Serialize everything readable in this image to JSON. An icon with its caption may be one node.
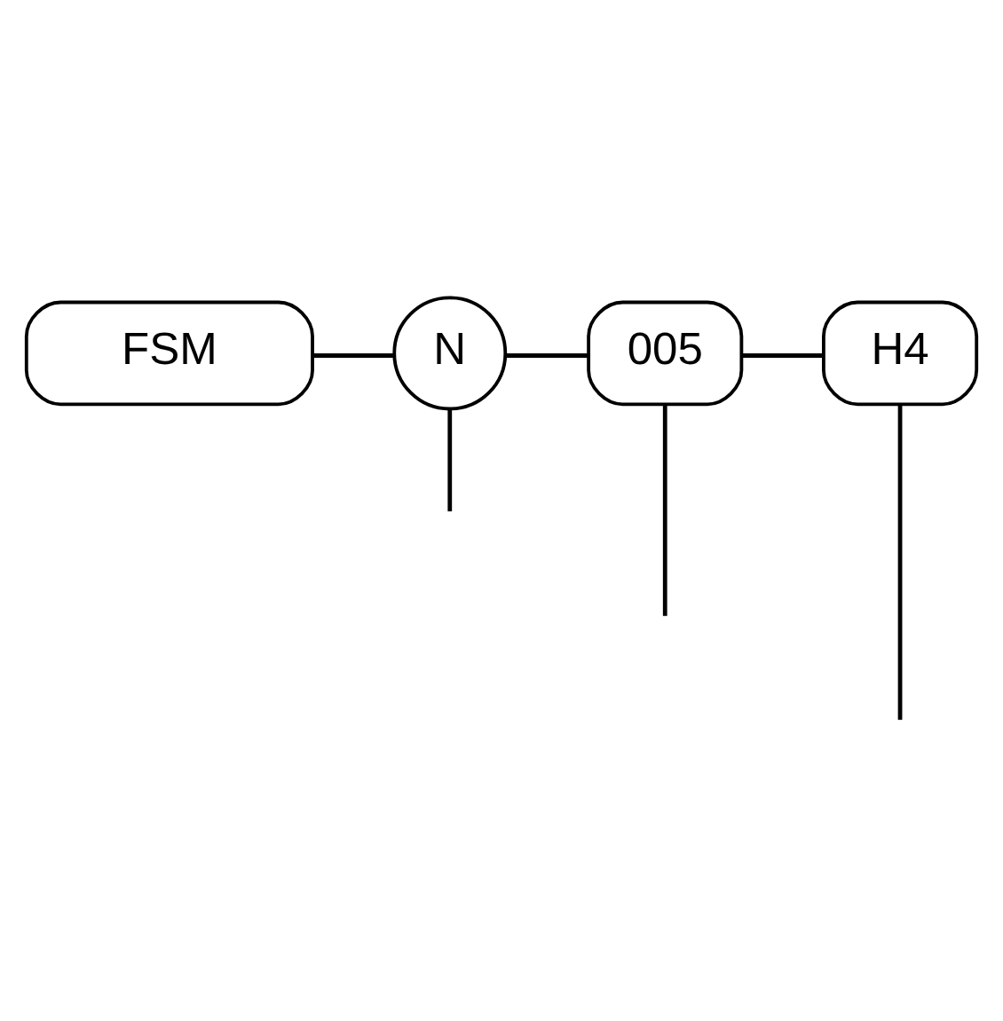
{
  "diagram": {
    "nodes": [
      {
        "text": [
          "FSM"
        ]
      },
      {
        "text": [
          "N"
        ]
      },
      {
        "text": [
          "005"
        ]
      },
      {
        "text": [
          "H4"
        ]
      }
    ],
    "edges": [
      {
        "from": 0,
        "to": 1,
        "arrow": "none"
      },
      {
        "from": 1,
        "to": 2,
        "arrow": "none"
      },
      {
        "from": 2,
        "to": 3,
        "arrow": "none"
      },
      {
        "from": 1,
        "to": null,
        "arrow": "none"
      },
      {
        "from": 2,
        "to": null,
        "arrow": "none"
      },
      {
        "from": 3,
        "to": null,
        "arrow": "none"
      }
    ]
  }
}
